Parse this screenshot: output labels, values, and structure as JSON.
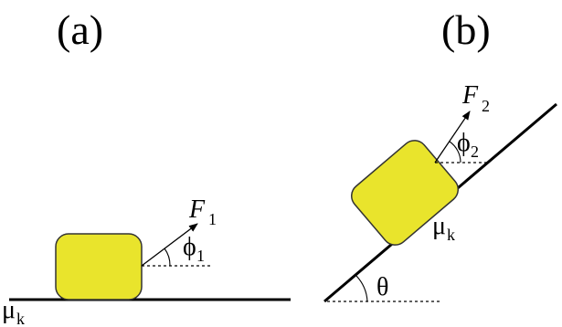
{
  "panel_a": {
    "label": "(a)",
    "force_symbol": "F",
    "force_subscript": "1",
    "angle_symbol": "ϕ",
    "angle_subscript": "1",
    "friction_symbol": "μ",
    "friction_subscript": "k"
  },
  "panel_b": {
    "label": "(b)",
    "force_symbol": "F",
    "force_subscript": "2",
    "angle_symbol": "ϕ",
    "angle_subscript": "2",
    "friction_symbol": "μ",
    "friction_subscript": "k",
    "incline_symbol": "θ"
  },
  "colors": {
    "block_fill": "#e9e42c",
    "block_stroke": "#333333",
    "line": "#000000"
  }
}
